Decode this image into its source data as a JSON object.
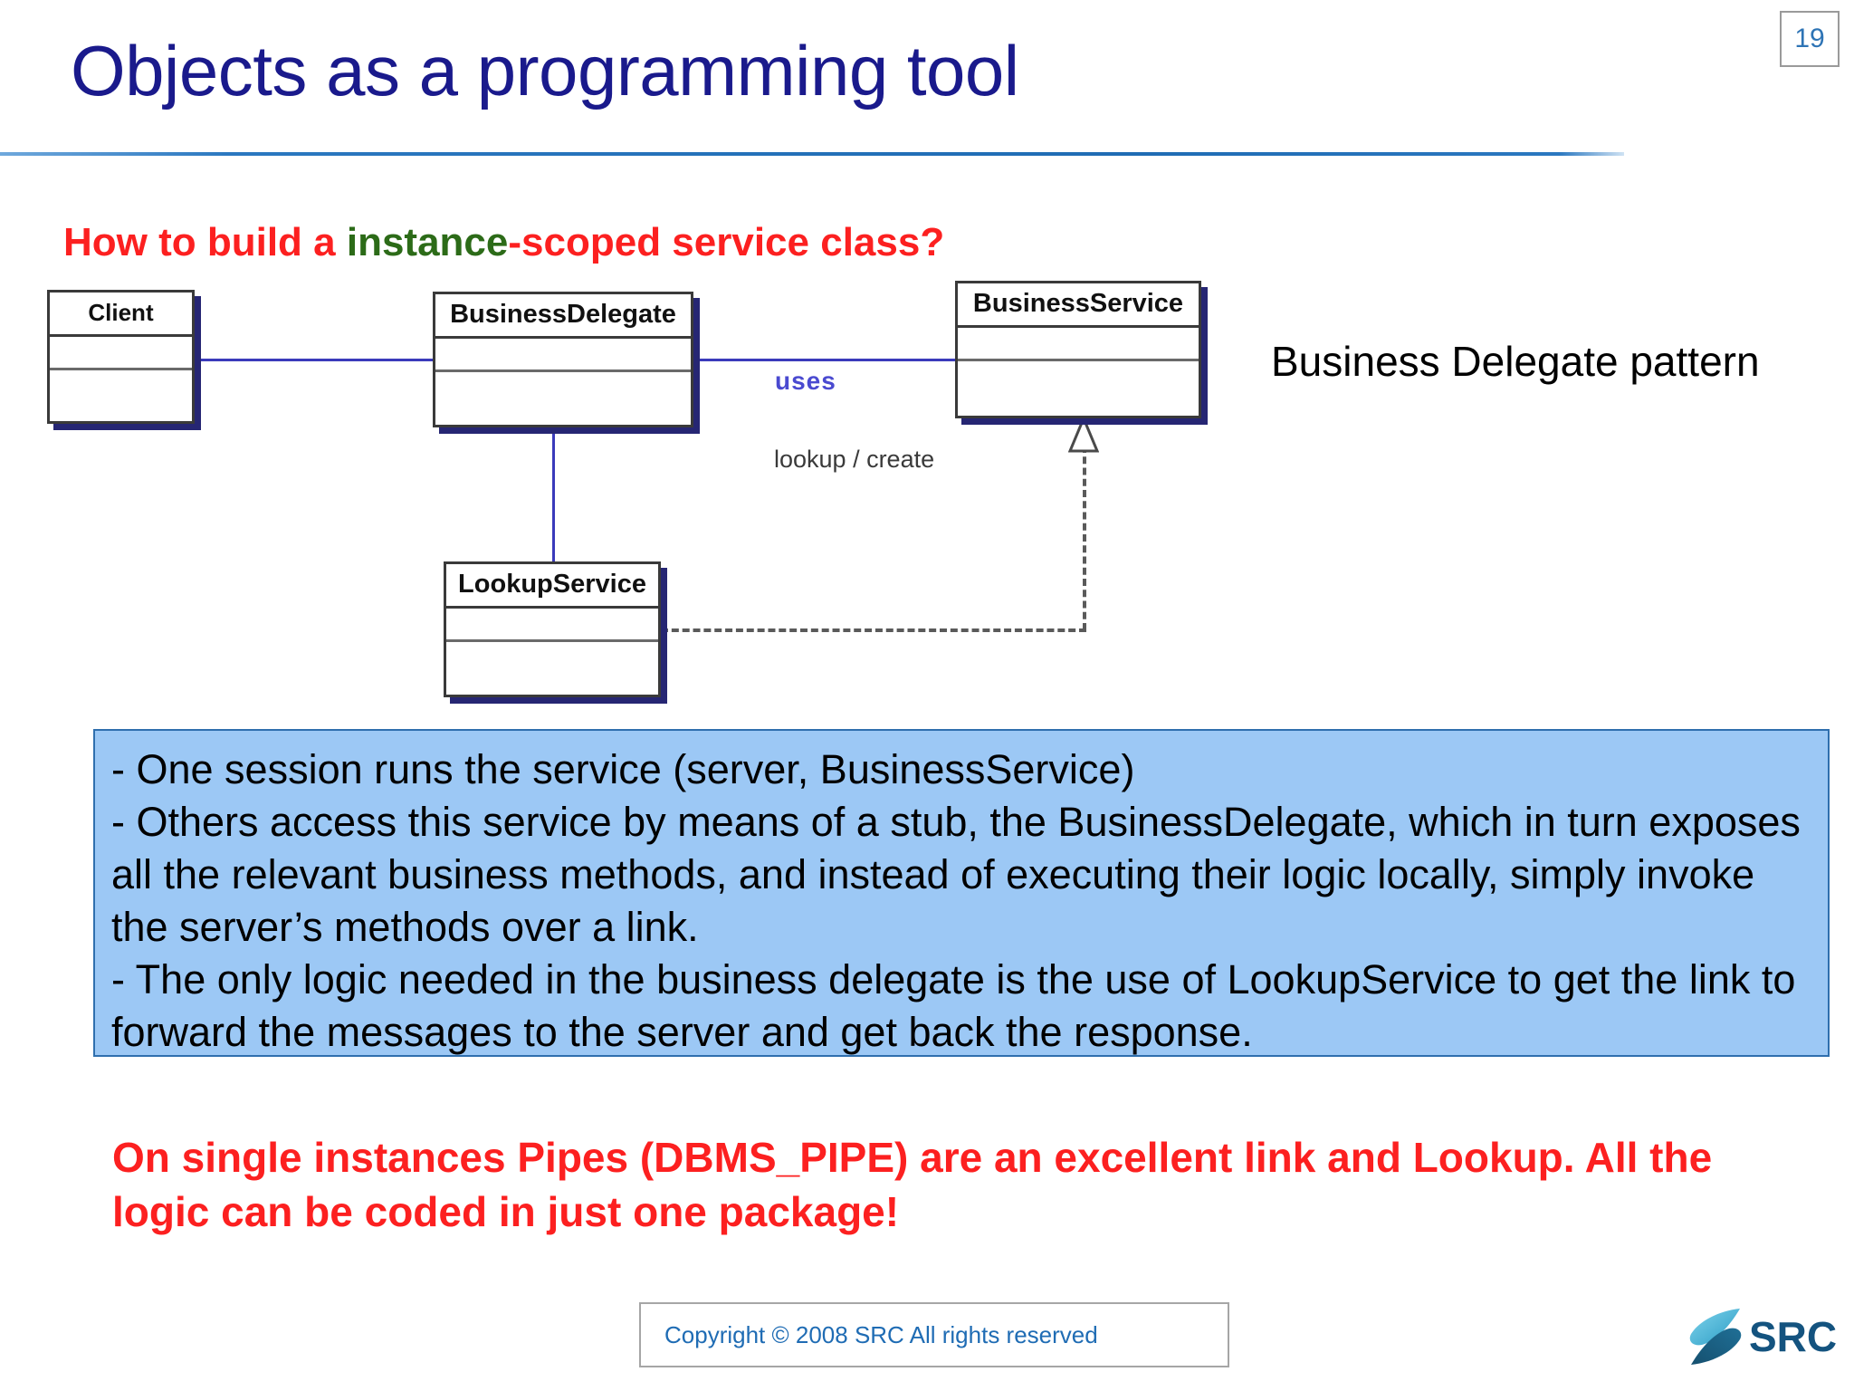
{
  "page": {
    "number": "19"
  },
  "title": {
    "text": "Objects as a programming tool"
  },
  "question": {
    "part1": "How to build a ",
    "highlight": "instance",
    "part2": "-scoped service class?"
  },
  "diagram": {
    "classes": [
      {
        "name": "Client"
      },
      {
        "name": "BusinessDelegate"
      },
      {
        "name": "BusinessService"
      },
      {
        "name": "LookupService"
      }
    ],
    "labels": {
      "uses": "uses",
      "lookup_create": "lookup / create"
    },
    "caption": "Business Delegate pattern"
  },
  "explanation": {
    "lines": [
      "- One session runs the service (server, BusinessService)",
      "- Others access this service by means of a stub, the BusinessDelegate, which in turn exposes all the relevant business methods, and instead of executing their logic locally, simply invoke the server’s methods over a link.",
      "- The only logic needed in the business delegate is the use of LookupService to get the link to forward the messages to the server and get back the response."
    ]
  },
  "conclusion": {
    "text": "On single instances Pipes (DBMS_PIPE) are an excellent link and Lookup. All the logic can be coded in just one package!"
  },
  "footer": {
    "copyright": "Copyright © 2008 SRC All rights reserved",
    "logo_text": "SRC"
  },
  "colors": {
    "title_blue": "#1a1a8c",
    "red": "#fc2020",
    "green": "#2c6b18",
    "box_blue_fill": "#9CC8F5",
    "link_blue": "#3b3bbb",
    "footer_blue": "#1f6cb4"
  }
}
